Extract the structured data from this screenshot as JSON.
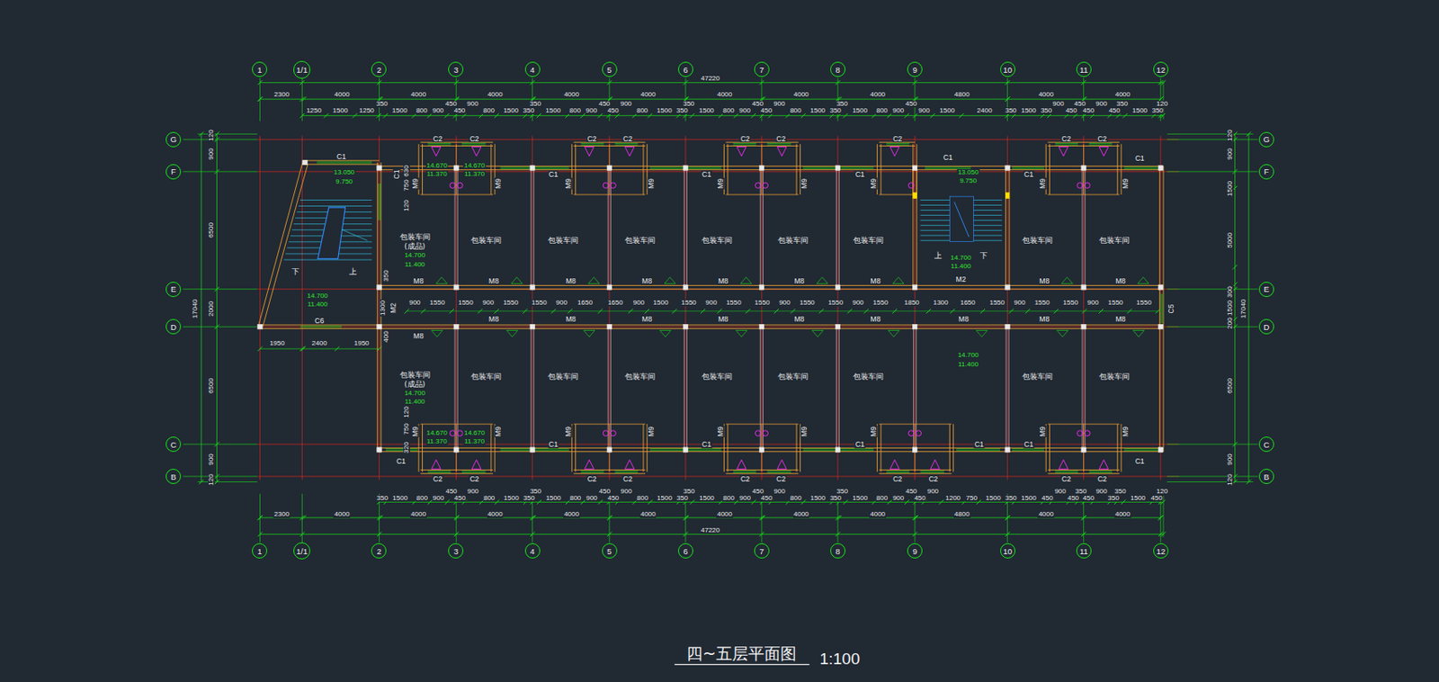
{
  "diagram": {
    "title": "四~五层平面图",
    "nodes": [
      {
        "text": [
          "1"
        ]
      },
      {
        "text": [
          "1/1"
        ]
      },
      {
        "text": [
          "2"
        ]
      },
      {
        "text": [
          "3"
        ]
      },
      {
        "text": [
          "4"
        ]
      },
      {
        "text": [
          "5"
        ]
      },
      {
        "text": [
          "6"
        ]
      },
      {
        "text": [
          "7"
        ]
      },
      {
        "text": [
          "8"
        ]
      },
      {
        "text": [
          "9"
        ]
      },
      {
        "text": [
          "10"
        ]
      },
      {
        "text": [
          "11"
        ]
      },
      {
        "text": [
          "12"
        ]
      },
      {
        "text": [
          "G"
        ]
      },
      {
        "text": [
          "F"
        ]
      },
      {
        "text": [
          "E"
        ]
      },
      {
        "text": [
          "D"
        ]
      },
      {
        "text": [
          "C"
        ]
      },
      {
        "text": [
          "B"
        ]
      },
      {
        "text": [
          "G"
        ]
      },
      {
        "text": [
          "F"
        ]
      },
      {
        "text": [
          "E"
        ]
      },
      {
        "text": [
          "D"
        ]
      },
      {
        "text": [
          "C"
        ]
      },
      {
        "text": [
          "B"
        ]
      },
      {
        "text": [
          "1"
        ]
      },
      {
        "text": [
          "1/1"
        ]
      },
      {
        "text": [
          "2"
        ]
      },
      {
        "text": [
          "3"
        ]
      },
      {
        "text": [
          "4"
        ]
      },
      {
        "text": [
          "5"
        ]
      },
      {
        "text": [
          "6"
        ]
      },
      {
        "text": [
          "7"
        ]
      },
      {
        "text": [
          "8"
        ]
      },
      {
        "text": [
          "9"
        ]
      },
      {
        "text": [
          "10"
        ]
      },
      {
        "text": [
          "11"
        ]
      },
      {
        "text": [
          "12"
        ]
      }
    ],
    "labels": [
      "47220",
      "2300",
      "4000",
      "4000",
      "4000",
      "4000",
      "4000",
      "4000",
      "4000",
      "4000",
      "4800",
      "4000",
      "4000",
      "1250",
      "1500",
      "1250",
      "350",
      "1500",
      "800",
      "900",
      "450",
      "450",
      "900",
      "800",
      "1500",
      "350",
      "350",
      "1500",
      "800",
      "900",
      "450",
      "450",
      "900",
      "800",
      "1500",
      "350",
      "350",
      "1500",
      "800",
      "900",
      "450",
      "450",
      "900",
      "800",
      "1500",
      "350",
      "350",
      "1500",
      "800",
      "900",
      "450",
      "900",
      "1500",
      "2400",
      "350",
      "1500",
      "350",
      "900",
      "450",
      "450",
      "450",
      "900",
      "450",
      "350",
      "1500",
      "350",
      "120",
      "900",
      "1550",
      "1550",
      "900",
      "1550",
      "1550",
      "900",
      "1650",
      "1650",
      "900",
      "1500",
      "1550",
      "900",
      "1550",
      "1550",
      "900",
      "1550",
      "1550",
      "900",
      "1550",
      "1850",
      "1300",
      "1650",
      "1550",
      "900",
      "1550",
      "1550",
      "900",
      "1550",
      "1550",
      "350",
      "1500",
      "800",
      "900",
      "450",
      "450",
      "900",
      "800",
      "1500",
      "350",
      "350",
      "1500",
      "800",
      "900",
      "450",
      "450",
      "900",
      "800",
      "1500",
      "350",
      "350",
      "1500",
      "800",
      "900",
      "450",
      "450",
      "900",
      "800",
      "1500",
      "350",
      "350",
      "1500",
      "800",
      "900",
      "450",
      "450",
      "900",
      "1200",
      "750",
      "1500",
      "350",
      "1500",
      "450",
      "900",
      "450",
      "350",
      "450",
      "900",
      "350",
      "350",
      "1500",
      "450",
      "120",
      "2300",
      "4000",
      "4000",
      "4000",
      "4000",
      "4000",
      "4000",
      "4000",
      "4000",
      "4800",
      "4000",
      "4000",
      "47220",
      "120",
      "900",
      "6500",
      "2000",
      "6500",
      "900",
      "120",
      "17040",
      "120",
      "900",
      "1500",
      "5000",
      "300",
      "1500",
      "200",
      "6500",
      "900",
      "120",
      "17040",
      "1950",
      "2400",
      "1950",
      "350",
      "1300",
      "400",
      "M2",
      "630",
      "750",
      "120",
      "120",
      "750",
      "320",
      "13.050",
      "9.750",
      "14.700",
      "11.400",
      "14.700",
      "11.400",
      "14.670",
      "11.370",
      "14.670",
      "11.370",
      "13.050",
      "9.750",
      "14.700",
      "11.400",
      "14.700",
      "11.400",
      "14.700",
      "11.400",
      "14.670",
      "11.370",
      "14.670",
      "11.370",
      "包装车间",
      "(成品)",
      "包装车间",
      "包装车间",
      "包装车间",
      "包装车间",
      "包装车间",
      "包装车间",
      "包装车间",
      "包装车间",
      "包装车间",
      "(成品)",
      "包装车间",
      "包装车间",
      "包装车间",
      "包装车间",
      "包装车间",
      "包装车间",
      "包装车间",
      "包装车间",
      "C1",
      "C1",
      "C1",
      "C1",
      "C1",
      "C1",
      "C1",
      "C1",
      "C1",
      "C1",
      "C1",
      "C1",
      "C1",
      "C1",
      "C1",
      "C2",
      "C2",
      "C2",
      "C2",
      "C2",
      "C2",
      "C2",
      "C2",
      "C2",
      "C2",
      "C2",
      "C2",
      "C2",
      "C2",
      "C2",
      "C2",
      "C2",
      "C2",
      "C2",
      "M9",
      "M9",
      "M9",
      "M9",
      "M9",
      "M9",
      "M9",
      "M9",
      "M9",
      "M9",
      "M9",
      "M9",
      "M9",
      "M9",
      "M9",
      "M9",
      "M9",
      "M9",
      "M8",
      "M8",
      "M8",
      "M8",
      "M8",
      "M8",
      "M8",
      "M8",
      "M8",
      "M2",
      "M8",
      "M8",
      "M8",
      "M8",
      "M8",
      "M8",
      "M8",
      "M8",
      "M8",
      "M8",
      "C6",
      "C5",
      "下",
      "上",
      "上",
      "下",
      "1:100"
    ]
  }
}
